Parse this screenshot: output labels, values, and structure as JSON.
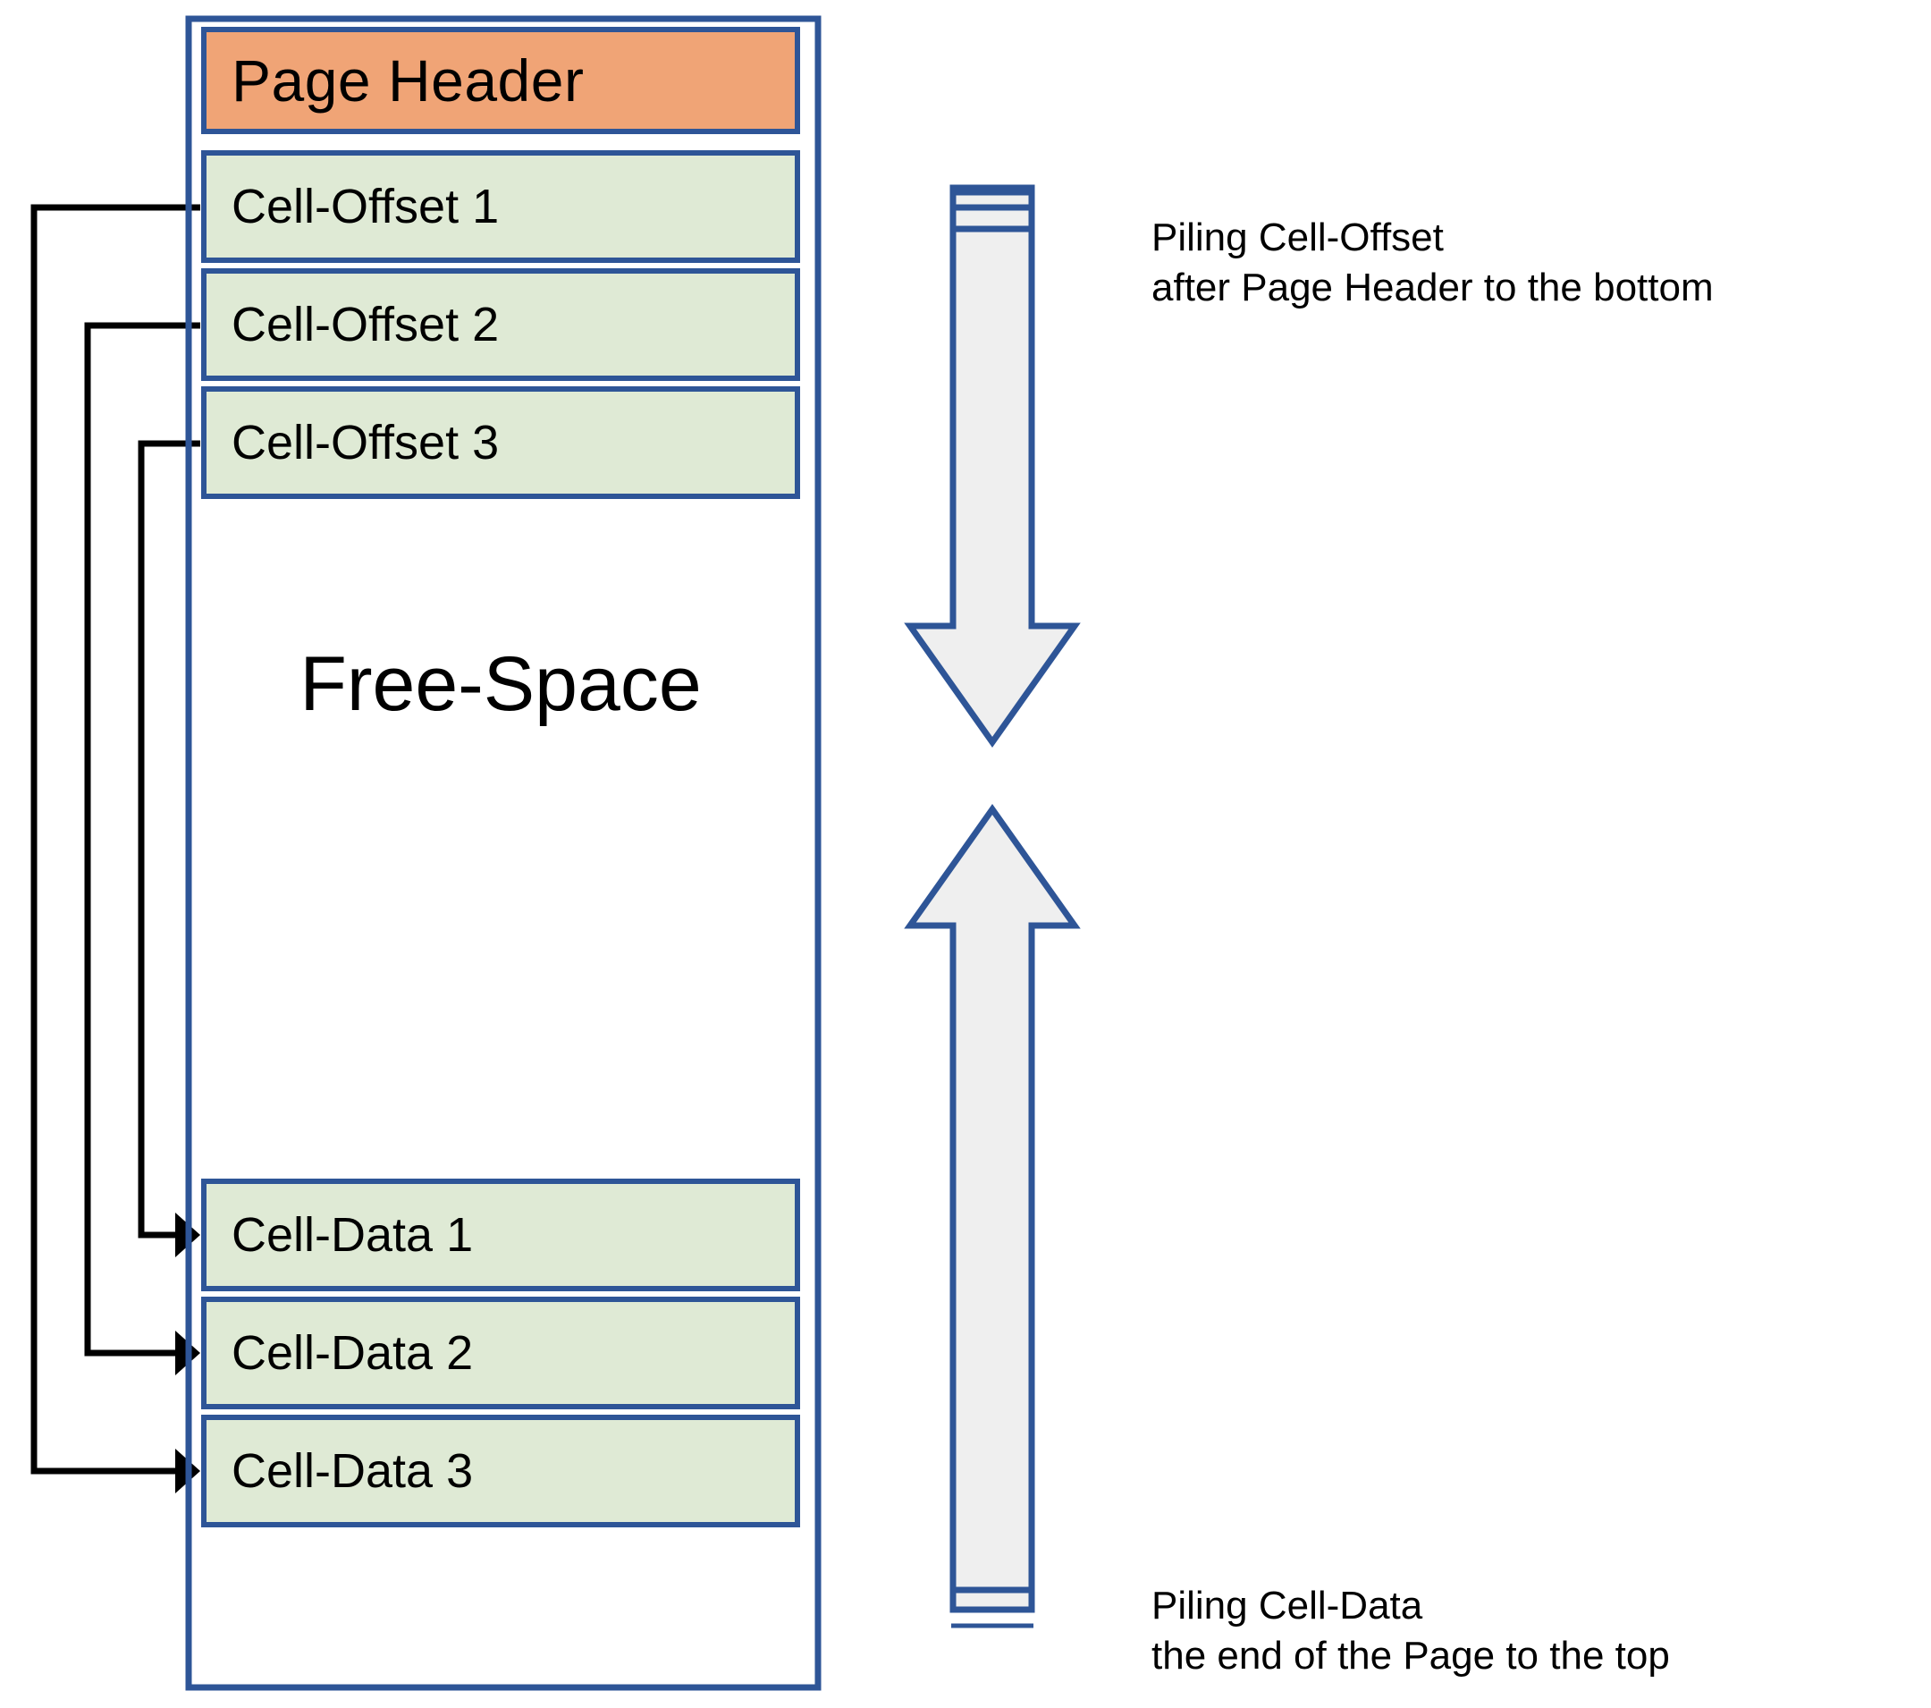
{
  "diagram": {
    "type": "database page layout (slotted page)",
    "page": {
      "header": {
        "label": "Page Header",
        "fill": "#F0A476",
        "border": "#2E5597"
      },
      "free_space": {
        "label": "Free-Space"
      },
      "cell_offsets": [
        {
          "label": "Cell-Offset 1"
        },
        {
          "label": "Cell-Offset 2"
        },
        {
          "label": "Cell-Offset 3"
        }
      ],
      "cell_data": [
        {
          "label": "Cell-Data 1"
        },
        {
          "label": "Cell-Data 2"
        },
        {
          "label": "Cell-Data 3"
        }
      ]
    },
    "annotations": {
      "top": "Piling Cell-Offset\nafter Page Header to the bottom",
      "bottom": "Piling Cell-Data\nthe end of the Page to the top"
    },
    "arrows": {
      "down_arrow": {
        "direction": "down",
        "fill": "#EFEFEF",
        "stroke": "#2E5597"
      },
      "up_arrow": {
        "direction": "up",
        "fill": "#EFEFEF",
        "stroke": "#2E5597"
      }
    },
    "connectors": [
      {
        "from": "Cell-Offset 1",
        "to": "Cell-Data 3"
      },
      {
        "from": "Cell-Offset 2",
        "to": "Cell-Data 2"
      },
      {
        "from": "Cell-Offset 3",
        "to": "Cell-Data 1"
      }
    ],
    "colors": {
      "cell_fill": "#DFEAD5",
      "cell_border": "#2E5597",
      "header_fill": "#F0A476",
      "arrow_fill": "#EFEFEF",
      "connector": "#000000"
    }
  }
}
